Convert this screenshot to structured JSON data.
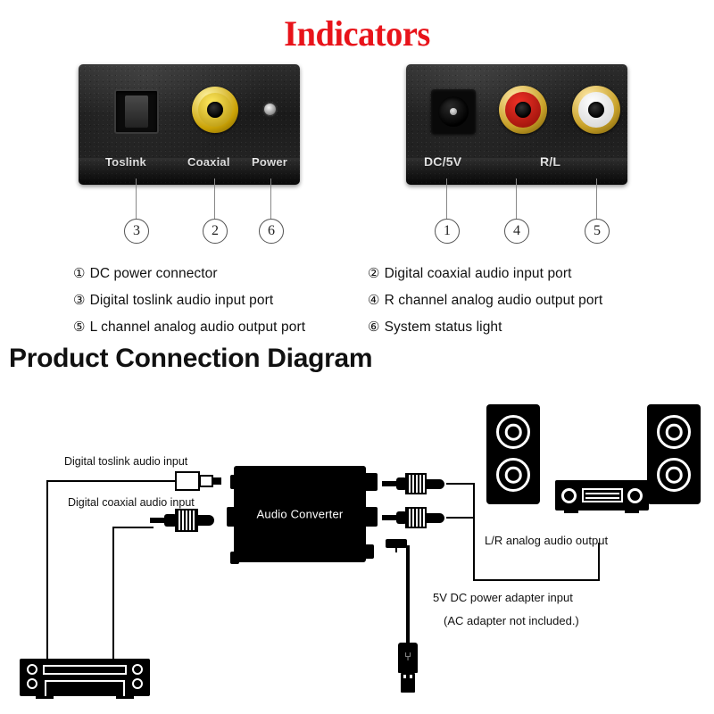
{
  "page": {
    "title": "Indicators",
    "section_heading": "Product Connection Diagram",
    "background": "#ffffff",
    "title_color": "#e8131a"
  },
  "panels": {
    "left": {
      "name": "input-panel",
      "labels": [
        "Toslink",
        "Coaxial",
        "Power"
      ],
      "callouts": [
        "3",
        "2",
        "6"
      ]
    },
    "right": {
      "name": "output-panel",
      "labels": [
        "DC/5V",
        "R/L"
      ],
      "callouts": [
        "1",
        "4",
        "5"
      ]
    }
  },
  "legend": {
    "left_column": [
      {
        "num": "1",
        "text": "DC  power connector"
      },
      {
        "num": "3",
        "text": "Digital toslink audio input port"
      },
      {
        "num": "5",
        "text": "L channel analog audio output port"
      }
    ],
    "right_column": [
      {
        "num": "2",
        "text": "Digital coaxial audio input port"
      },
      {
        "num": "4",
        "text": "R channel analog audio output port"
      },
      {
        "num": "6",
        "text": "System status light"
      }
    ]
  },
  "diagram": {
    "converter_label": "Audio Converter",
    "toslink_input_label": "Digital toslink audio input",
    "coaxial_input_label": "Digital coaxial audio input",
    "analog_output_label": "L/R analog audio output",
    "power_label_line1": "5V DC power adapter input",
    "power_label_line2": "(AC adapter not included.)",
    "usb_symbol": "⑂"
  }
}
